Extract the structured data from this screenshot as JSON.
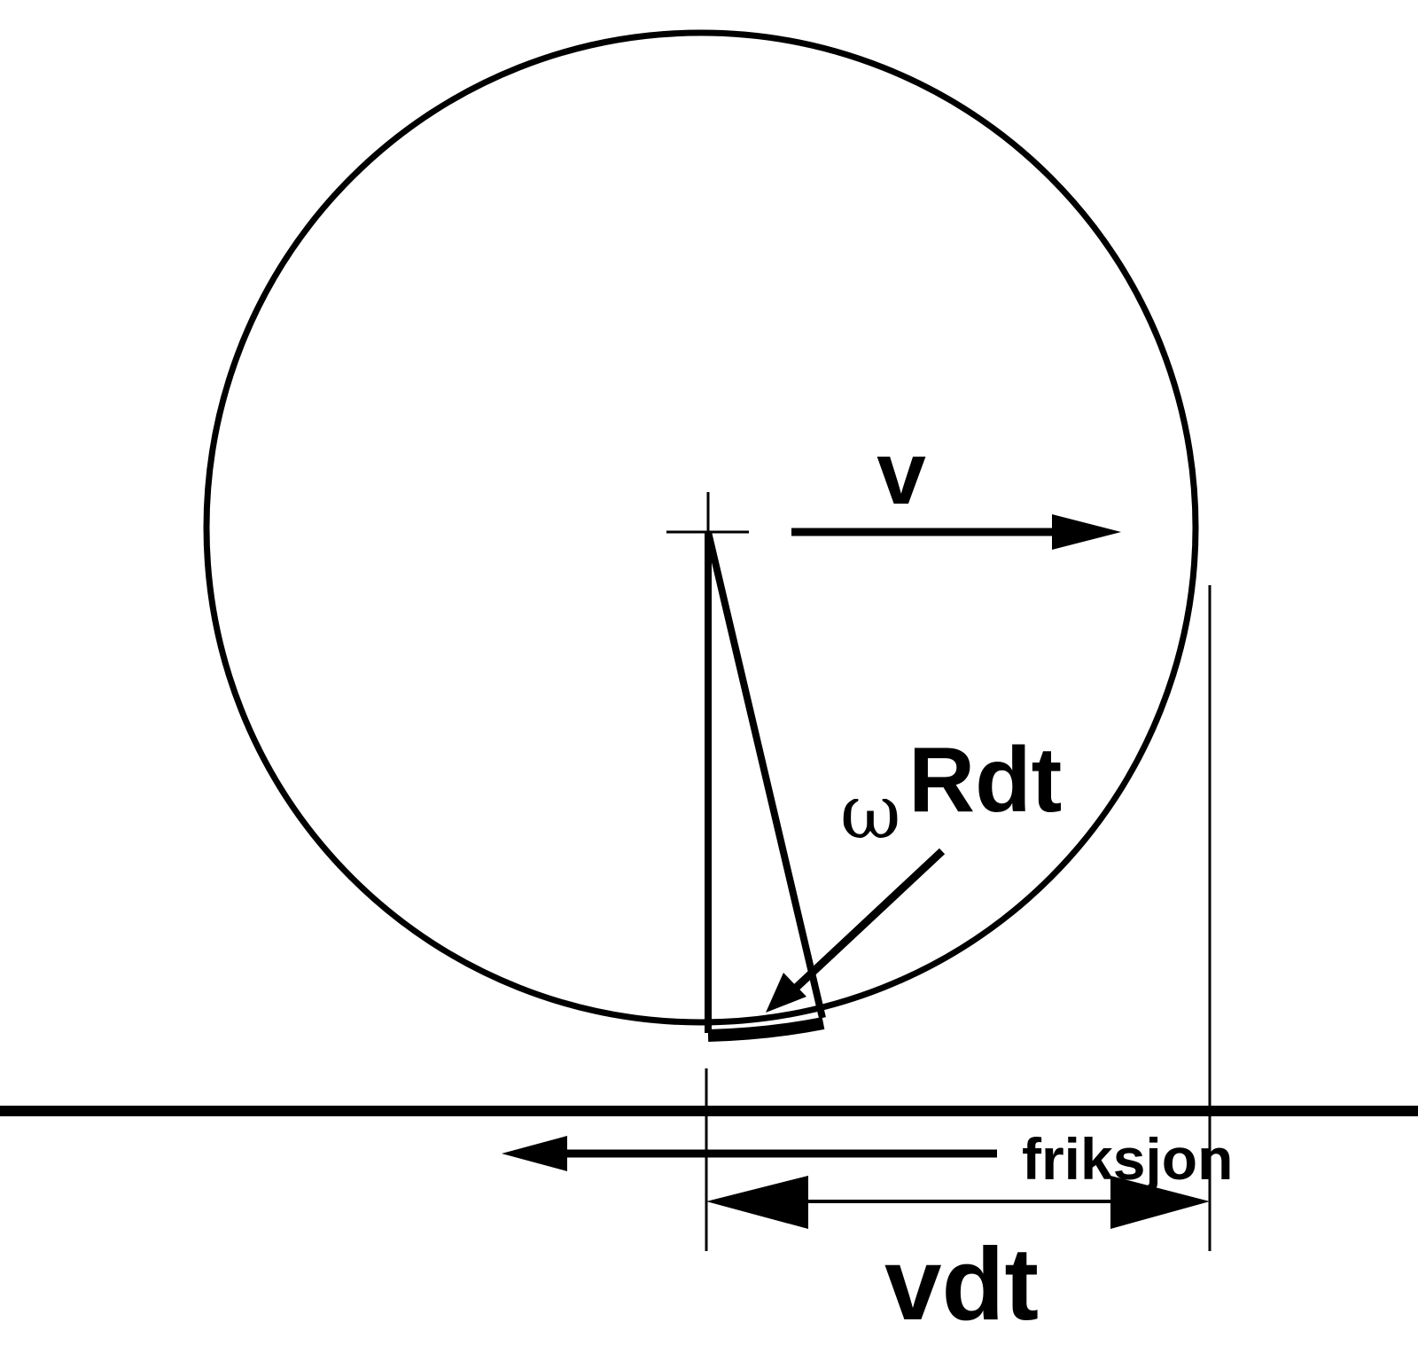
{
  "labels": {
    "velocity": "v",
    "omega": "ω",
    "arc_length": "Rdt",
    "friction": "friksjon",
    "displacement": "vdt"
  },
  "colors": {
    "stroke": "#000000",
    "background": "#ffffff"
  }
}
